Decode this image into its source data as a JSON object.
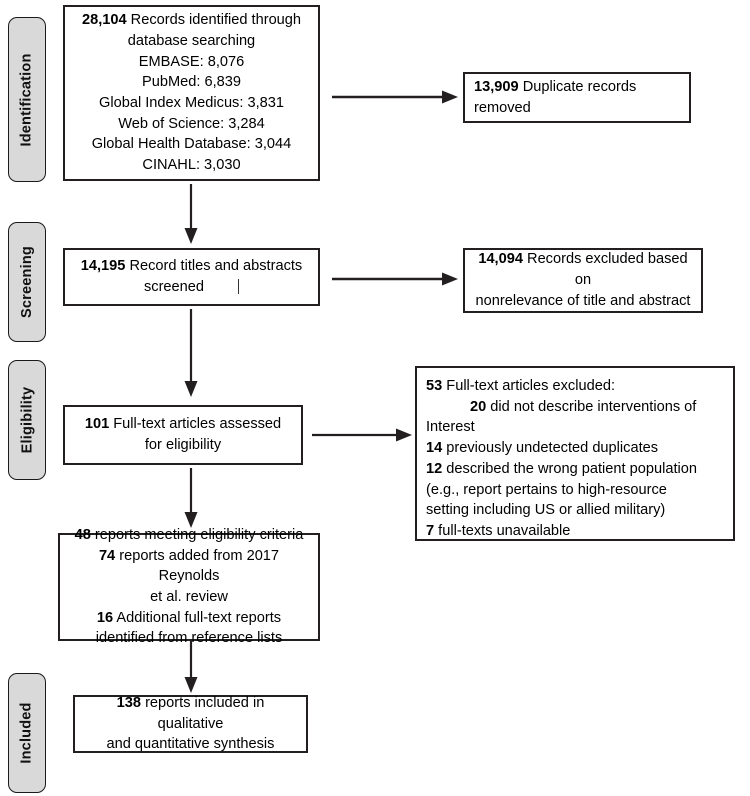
{
  "diagram": {
    "type": "prisma-flow-diagram",
    "stages": [
      {
        "id": "identification",
        "label": "Identification"
      },
      {
        "id": "screening",
        "label": "Screening"
      },
      {
        "id": "eligibility",
        "label": "Eligibility"
      },
      {
        "id": "included",
        "label": "Included"
      }
    ],
    "boxes": {
      "identified": {
        "lines": [
          {
            "num": "28,104",
            "text": " Records identified through"
          },
          {
            "num": "",
            "text": "database searching"
          },
          {
            "num": "",
            "text": "EMBASE: 8,076"
          },
          {
            "num": "",
            "text": "PubMed: 6,839"
          },
          {
            "num": "",
            "text": "Global Index Medicus: 3,831"
          },
          {
            "num": "",
            "text": "Web of Science: 3,284"
          },
          {
            "num": "",
            "text": "Global Health Database: 3,044"
          },
          {
            "num": "",
            "text": "CINAHL: 3,030"
          }
        ]
      },
      "duplicates_removed": {
        "lines": [
          {
            "num": "13,909",
            "text": " Duplicate records removed"
          }
        ]
      },
      "screened": {
        "lines": [
          {
            "num": "14,195",
            "text": " Record titles and abstracts"
          },
          {
            "num": "",
            "text": "screened"
          }
        ]
      },
      "excluded_screening": {
        "lines": [
          {
            "num": "14,094",
            "text": " Records excluded based on"
          },
          {
            "num": "",
            "text": "nonrelevance of title and abstract"
          }
        ]
      },
      "fulltext_assessed": {
        "lines": [
          {
            "num": "101",
            "text": " Full-text articles assessed"
          },
          {
            "num": "",
            "text": "for eligibility"
          }
        ]
      },
      "fulltext_excluded": {
        "header": {
          "num": "53",
          "text": " Full-text articles excluded:"
        },
        "reasons": [
          {
            "num": "20",
            "text": " did not describe interventions of"
          },
          {
            "num": "",
            "text": "Interest"
          },
          {
            "num": "14",
            "text": " previously undetected duplicates"
          },
          {
            "num": "12",
            "text": " described the wrong patient population"
          },
          {
            "num": "",
            "text": "(e.g., report pertains to high-resource"
          },
          {
            "num": "",
            "text": "setting including US or allied military)"
          },
          {
            "num": "7",
            "text": " full-texts unavailable"
          }
        ]
      },
      "eligible_reports": {
        "lines": [
          {
            "num": "48",
            "text": " reports meeting eligibility criteria"
          },
          {
            "num": "74",
            "text": " reports added from 2017 Reynolds"
          },
          {
            "num": "",
            "text": "et al. review"
          },
          {
            "num": "16",
            "text": " Additional full-text reports"
          },
          {
            "num": "",
            "text": "identified from reference lists"
          }
        ]
      },
      "included_reports": {
        "lines": [
          {
            "num": "138",
            "text": " reports included in qualitative"
          },
          {
            "num": "",
            "text": "and quantitative synthesis"
          }
        ]
      }
    },
    "colors": {
      "stage_fill": "#d9d9d9",
      "stage_border": "#1a1a1a",
      "box_border": "#231f20",
      "background": "#ffffff",
      "text": "#000000"
    }
  }
}
